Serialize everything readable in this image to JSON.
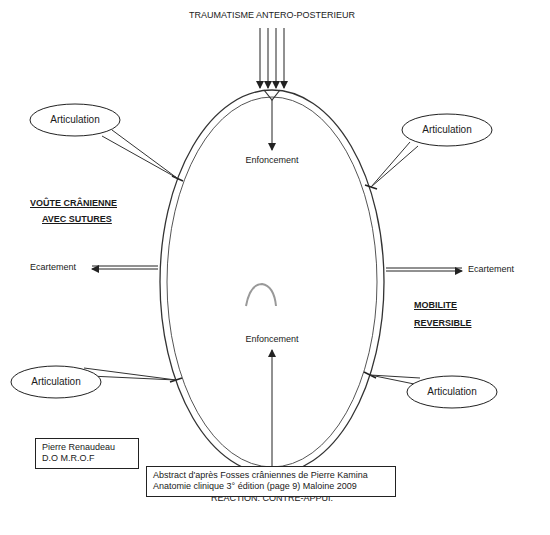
{
  "diagram": {
    "title": "TRAUMATISME ANTERO-POSTERIEUR",
    "nodes": [
      {
        "text": [
          "Articulation"
        ]
      },
      {
        "text": [
          "Articulation"
        ]
      },
      {
        "text": [
          "Articulation"
        ]
      },
      {
        "text": [
          "Articulation"
        ]
      },
      {
        "text": [
          "Pierre Renaudeau D.O M.R.O.F"
        ]
      },
      {
        "text": [
          "Abstract d'après Fosses crâniennes de Pierre Kamina Anatomie clinique 3° édition (page 9) Maloine 2009"
        ]
      }
    ],
    "labels": [
      "Enfoncement",
      "VOÛTE CRÂNIENNE",
      "AVEC SUTURES",
      "Ecartement",
      "Ecartement",
      "MOBILITE",
      "REVERSIBLE",
      "Enfoncement",
      "REACTION. CONTRE-APPUI."
    ]
  }
}
